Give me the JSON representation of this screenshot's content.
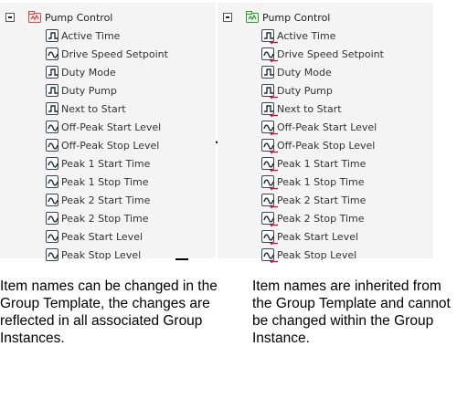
{
  "left": {
    "root_label": "Pump Control",
    "items": [
      {
        "label": "Active Time",
        "icon": "digital-point-icon"
      },
      {
        "label": "Drive Speed Setpoint",
        "icon": "analog-point-icon"
      },
      {
        "label": "Duty Mode",
        "icon": "digital-point-icon"
      },
      {
        "label": "Duty Pump",
        "icon": "digital-point-icon"
      },
      {
        "label": "Next to Start",
        "icon": "digital-point-icon"
      },
      {
        "label": "Off-Peak Start Level",
        "icon": "analog-point-icon"
      },
      {
        "label": "Off-Peak Stop Level",
        "icon": "analog-point-icon"
      },
      {
        "label": "Peak 1 Start Time",
        "icon": "analog-point-icon"
      },
      {
        "label": "Peak 1 Stop Time",
        "icon": "analog-point-icon"
      },
      {
        "label": "Peak 2 Start Time",
        "icon": "analog-point-icon"
      },
      {
        "label": "Peak 2 Stop Time",
        "icon": "analog-point-icon"
      },
      {
        "label": "Peak Start Level",
        "icon": "analog-point-icon"
      },
      {
        "label": "Peak Stop Level",
        "icon": "analog-point-icon"
      }
    ],
    "caption": "Item names can be changed in the Group Template, the changes are reflected in all associated Group Instances."
  },
  "right": {
    "root_label": "Pump Control",
    "items": [
      {
        "label": "Active Time",
        "icon": "digital-point-instance-icon"
      },
      {
        "label": "Drive Speed Setpoint",
        "icon": "analog-point-instance-icon"
      },
      {
        "label": "Duty Mode",
        "icon": "digital-point-icon"
      },
      {
        "label": "Duty Pump",
        "icon": "digital-point-instance-icon"
      },
      {
        "label": "Next to Start",
        "icon": "digital-point-instance-icon"
      },
      {
        "label": "Off-Peak Start Level",
        "icon": "analog-point-instance-icon"
      },
      {
        "label": "Off-Peak Stop Level",
        "icon": "analog-point-instance-icon"
      },
      {
        "label": "Peak 1 Start Time",
        "icon": "analog-point-instance-icon"
      },
      {
        "label": "Peak 1 Stop Time",
        "icon": "analog-point-instance-icon"
      },
      {
        "label": "Peak 2 Start Time",
        "icon": "analog-point-instance-icon"
      },
      {
        "label": "Peak 2 Stop Time",
        "icon": "analog-point-instance-icon"
      },
      {
        "label": "Peak Start Level",
        "icon": "analog-point-instance-icon"
      },
      {
        "label": "Peak Stop Level",
        "icon": "analog-point-instance-icon"
      }
    ],
    "caption": "Item names are inherited from the Group Template and cannot be changed within the Group Instance."
  },
  "colors": {
    "panel_bg": "#f4f4f4",
    "icon_border": "#3a4654",
    "template_icon": "#c0504d",
    "instance_icon": "#3f8f3f",
    "instance_arrow": "#c0133d",
    "connector": "#000000"
  }
}
